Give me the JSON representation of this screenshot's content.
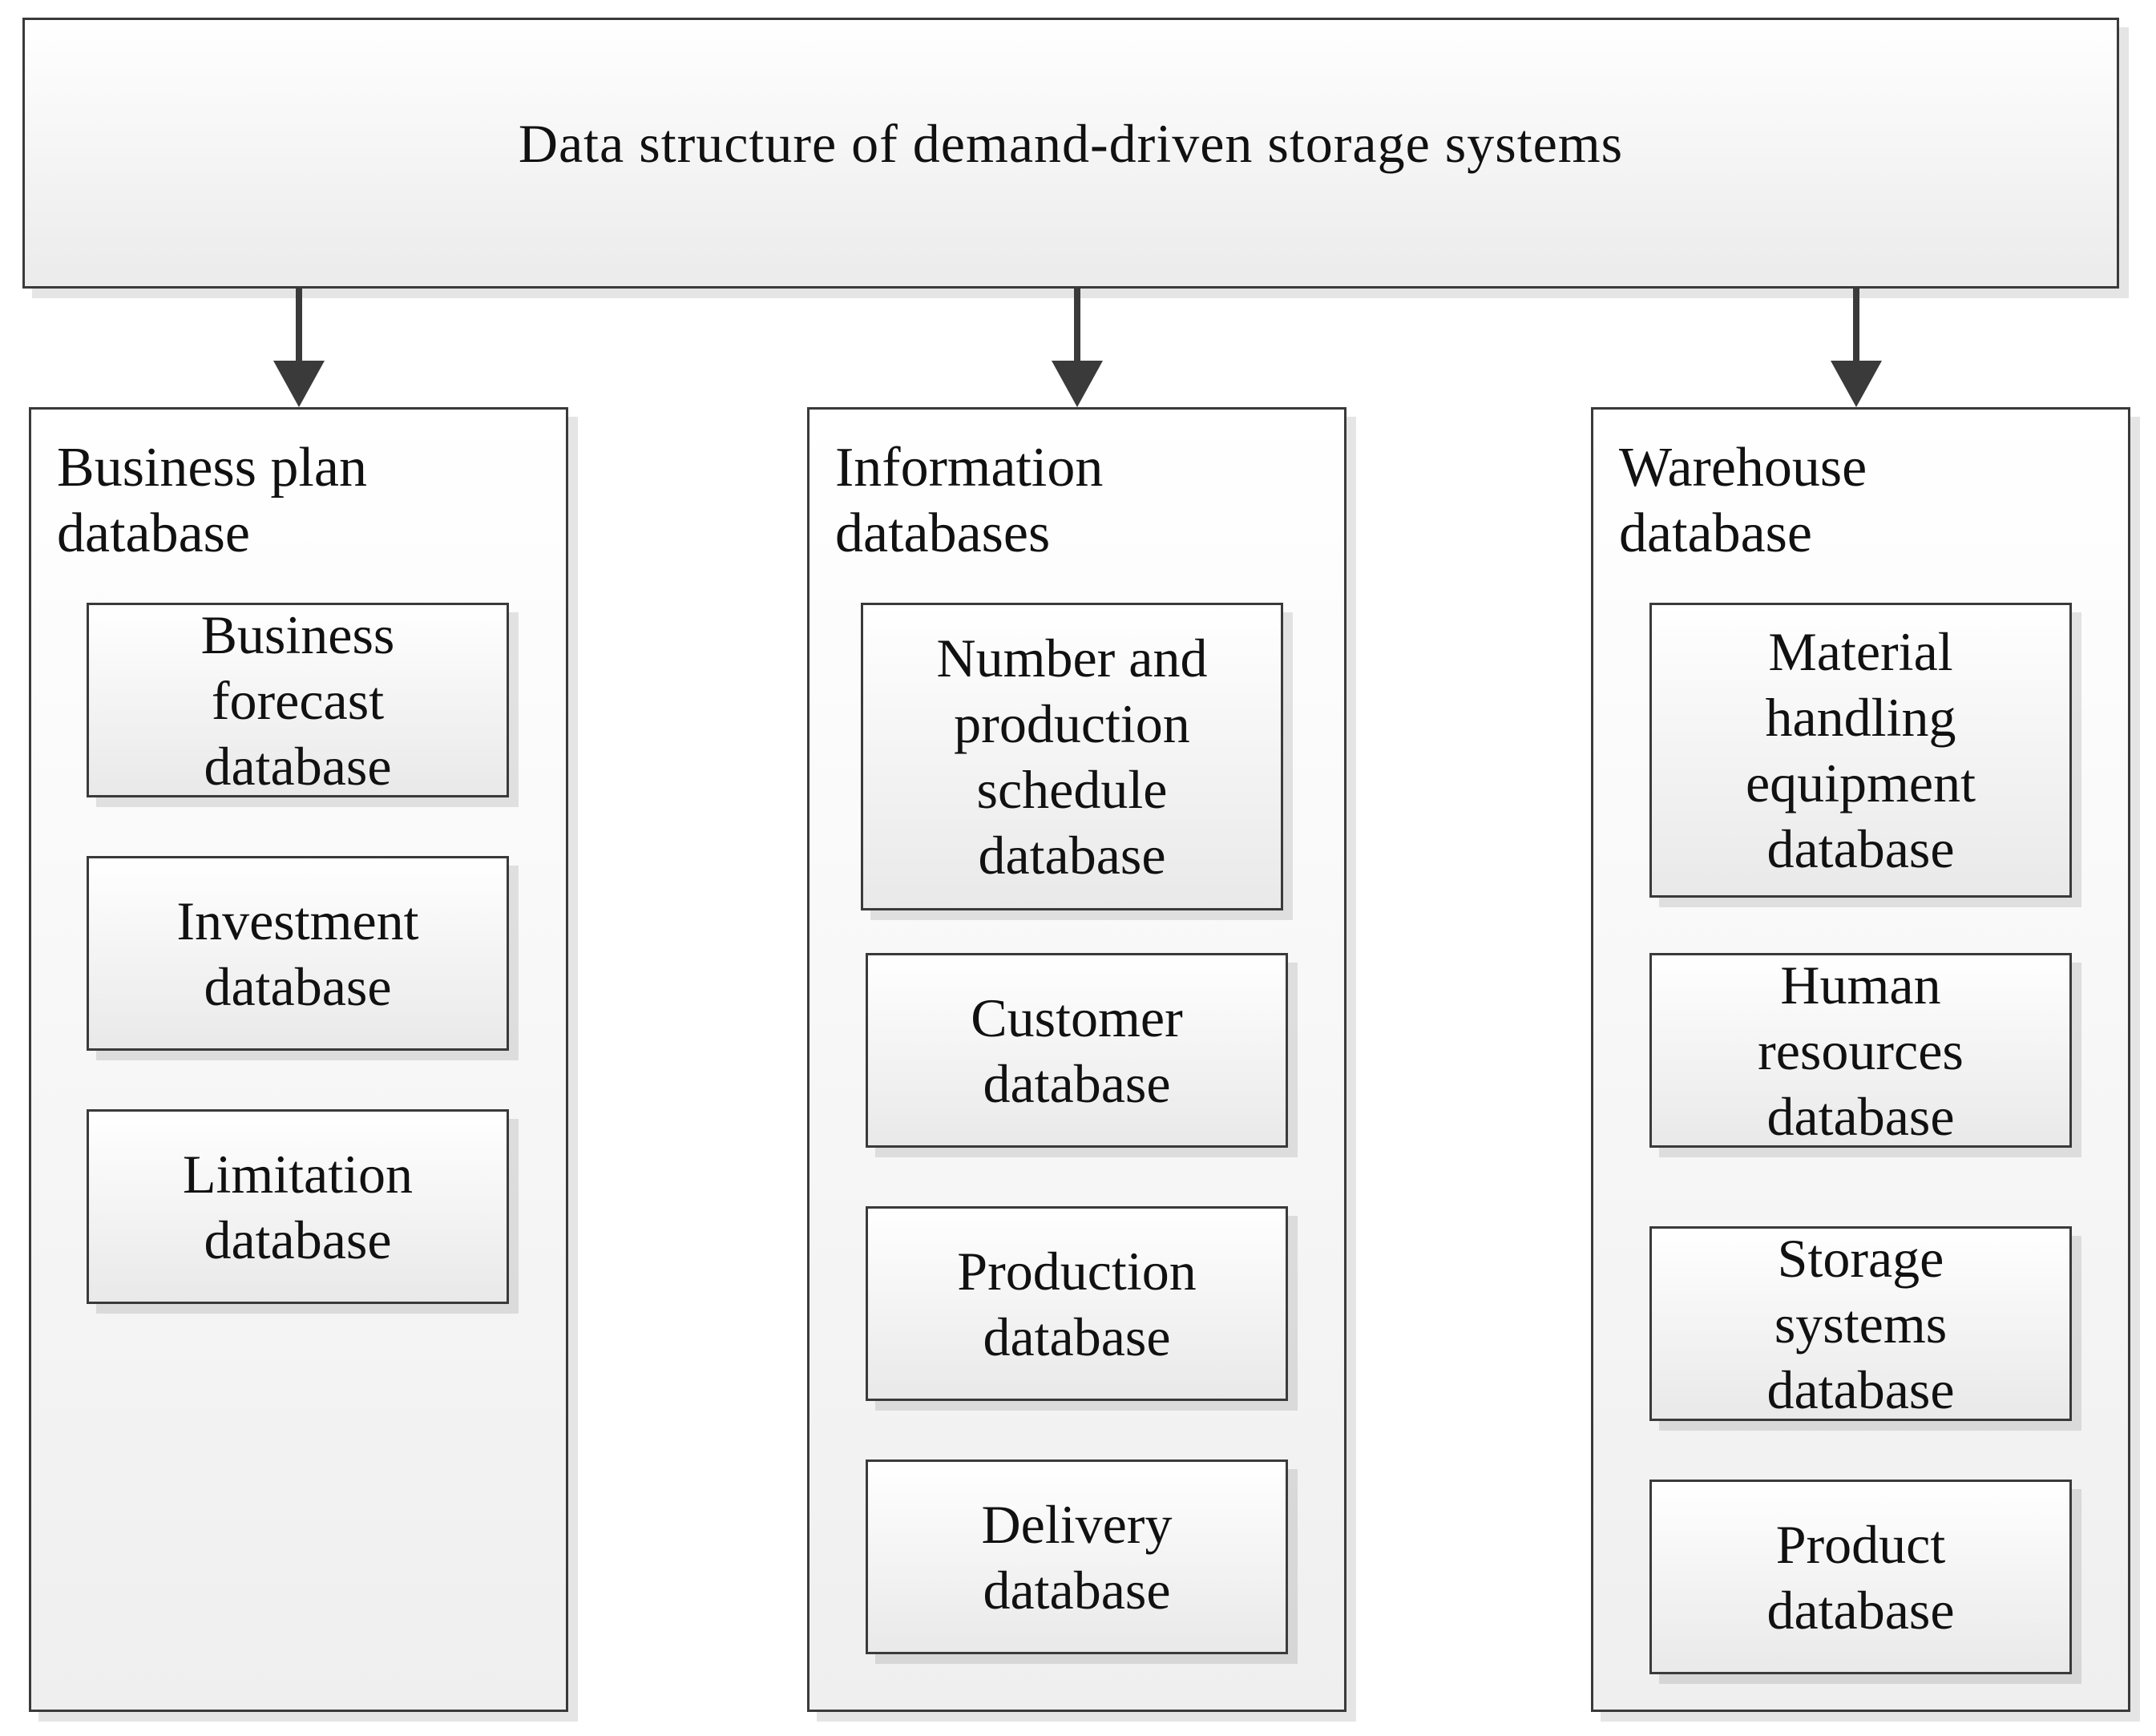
{
  "title": "Data structure of demand-driven storage systems",
  "columns": [
    {
      "title": "Business plan\ndatabase",
      "items": [
        "Business\nforecast\ndatabase",
        "Investment\ndatabase",
        "Limitation\ndatabase"
      ]
    },
    {
      "title": "Information\ndatabases",
      "items": [
        "Number and\nproduction\nschedule\ndatabase",
        "Customer\ndatabase",
        "Production\ndatabase",
        "Delivery\ndatabase"
      ]
    },
    {
      "title": "Warehouse\ndatabase",
      "items": [
        "Material\nhandling\nequipment\ndatabase",
        "Human\nresources\ndatabase",
        "Storage\nsystems\ndatabase",
        "Product\ndatabase"
      ]
    }
  ],
  "colors": {
    "border": "#3a3a3a",
    "arrow": "#3a3a3a"
  }
}
